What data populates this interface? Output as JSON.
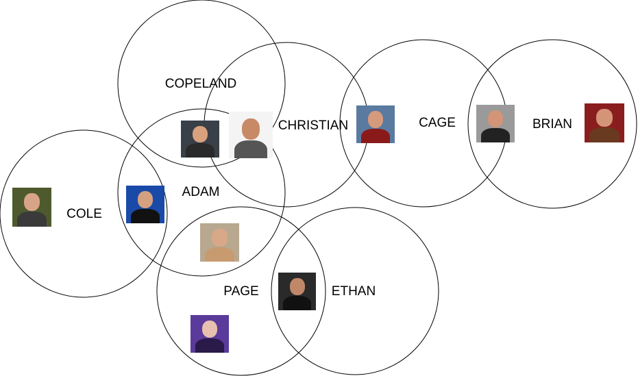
{
  "labels": {
    "copeland": "COPELAND",
    "christian": "CHRISTIAN",
    "cage": "CAGE",
    "brian": "BRIAN",
    "adam": "ADAM",
    "cole": "COLE",
    "page": "PAGE",
    "ethan": "ETHAN"
  },
  "photos": [
    {
      "name": "photo-adam-copeland",
      "bg": "#3a4048",
      "skin": "#d9a27e",
      "shirt": "#2a2a2a"
    },
    {
      "name": "photo-tag-team",
      "bg": "#f4f4f4",
      "skin": "#c88a66",
      "shirt": "#555555"
    },
    {
      "name": "photo-christian-cage",
      "bg": "#5a7aa0",
      "skin": "#d69a7c",
      "shirt": "#8a1a1a"
    },
    {
      "name": "photo-cage",
      "bg": "#9a9a9a",
      "skin": "#d49478",
      "shirt": "#222222"
    },
    {
      "name": "photo-brian",
      "bg": "#8a1e1e",
      "skin": "#d49478",
      "shirt": "#6a3a20"
    },
    {
      "name": "photo-cole",
      "bg": "#4e5a2e",
      "skin": "#d8a488",
      "shirt": "#3a3a3a"
    },
    {
      "name": "photo-adam",
      "bg": "#1a4aa8",
      "skin": "#d4a080",
      "shirt": "#111111"
    },
    {
      "name": "photo-page",
      "bg": "#b8a890",
      "skin": "#d8a888",
      "shirt": "#c89a70"
    },
    {
      "name": "photo-ethan",
      "bg": "#2a2a2a",
      "skin": "#c08868",
      "shirt": "#111111"
    },
    {
      "name": "photo-paige",
      "bg": "#5a3a9a",
      "skin": "#e8c0b0",
      "shirt": "#2a1a4a"
    }
  ]
}
